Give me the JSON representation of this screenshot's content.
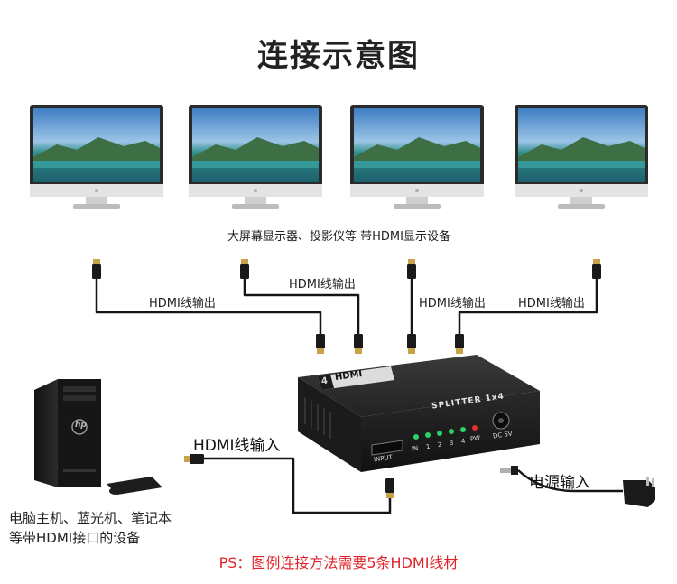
{
  "title": "连接示意图",
  "monitors_caption": "大屏幕显示器、投影仪等 带HDMI显示设备",
  "output_labels": [
    "HDMI线输出",
    "HDMI线输出",
    "HDMI线输出",
    "HDMI线输出"
  ],
  "input_label": "HDMI线输入",
  "power_label": "电源输入",
  "source_caption": [
    "电脑主机、蓝光机、笔记本",
    "等带HDMI接口的设备"
  ],
  "splitter": {
    "logo": "HDMI",
    "logo_badge": "4",
    "model": "SPLITTER 1x4",
    "input_port": "INPUT",
    "led_labels": [
      "IN",
      "1",
      "2",
      "3",
      "4",
      "PW"
    ],
    "dc_label": "DC 5V"
  },
  "pc_brand": "hp",
  "footnote": "PS：图例连接方法需要5条HDMI线材",
  "colors": {
    "text": "#222222",
    "footnote": "#e0242a",
    "led_green": "#2fcf6a",
    "led_red": "#e03030"
  }
}
